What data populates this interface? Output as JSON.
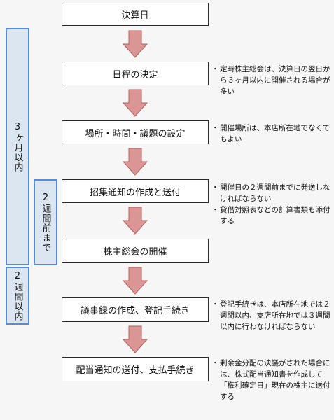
{
  "steps": [
    "決算日",
    "日程の決定",
    "場所・時間・議題の設定",
    "招集通知の作成と送付",
    "株主総会の開催",
    "議事録の作成、登記手続き",
    "配当通知の送付、支払手続き"
  ],
  "periods": {
    "three_months": "3ヶ月以内",
    "two_weeks_before": "2週間前まで",
    "two_weeks_within": "2週間以内"
  },
  "notes": {
    "schedule": [
      "定時株主総会は、決算日の翌日から３ヶ月以内に開催される場合が多い"
    ],
    "venue": [
      "開催場所は、本店所在地でなくてもよい"
    ],
    "notice": [
      "開催日の２週間前までに発送しなければならない",
      "貸借対照表などの計算書類も添付する"
    ],
    "registration": [
      "登記手続きは、本店所在地では２週間以内、支店所在地では３週間以内に行わなければならない"
    ],
    "dividend": [
      "剰余金分配の決議がされた場合には、株式配当通知書を作成して「権利確定日」現在の株主に送付する"
    ]
  },
  "colors": {
    "arrow_fill": "#d99694",
    "arrow_stroke": "#b3605c",
    "period_fill": "#dce6f1",
    "period_border": "#5b8bc9"
  }
}
